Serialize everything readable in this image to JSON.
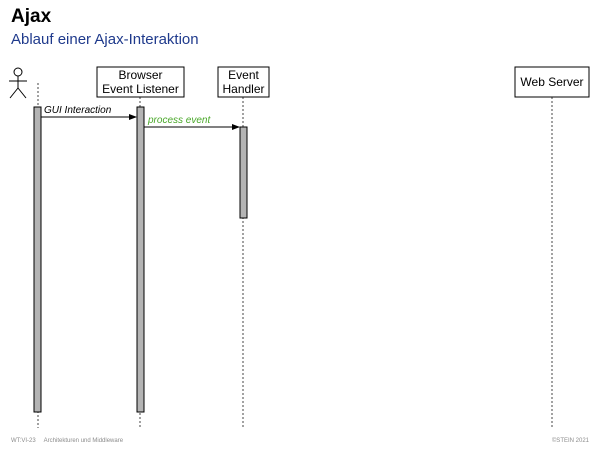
{
  "slide": {
    "title": "Ajax",
    "subtitle": "Ablauf einer Ajax-Interaktion"
  },
  "diagram": {
    "type": "sequence-diagram",
    "participants": [
      {
        "id": "user",
        "kind": "actor",
        "icon": "stick-figure-icon",
        "label_lines": []
      },
      {
        "id": "browser",
        "kind": "object",
        "label_lines": [
          "Browser",
          "Event Listener"
        ]
      },
      {
        "id": "handler",
        "kind": "object",
        "label_lines": [
          "Event",
          "Handler"
        ]
      },
      {
        "id": "server",
        "kind": "object",
        "label_lines": [
          "Web Server"
        ]
      }
    ],
    "messages": [
      {
        "from": "user",
        "to": "browser",
        "label": "GUI Interaction",
        "style": "italic",
        "color": "#000000"
      },
      {
        "from": "browser",
        "to": "handler",
        "label": "process event",
        "style": "italic",
        "color": "#4aa82a"
      }
    ],
    "colors": {
      "activation_fill": "#b4b4b4",
      "line": "#000000",
      "lifeline": "#444444",
      "subtitle": "#1f3a8c"
    }
  },
  "footer": {
    "course": "WT:VI-23",
    "chapter": "Architekturen und Middleware",
    "copyright": "©STEIN 2021"
  }
}
